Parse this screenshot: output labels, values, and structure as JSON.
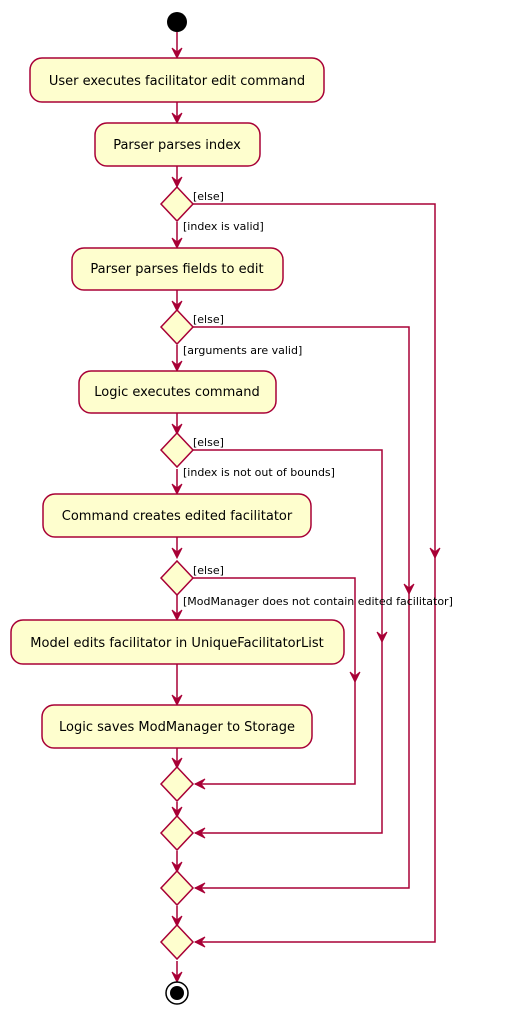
{
  "actions": [
    "User executes facilitator edit command",
    "Parser parses index",
    "Parser parses fields to edit",
    "Logic executes command",
    "Command creates edited facilitator",
    "Model edits facilitator in UniqueFacilitatorList",
    "Logic saves ModManager to Storage"
  ],
  "guards": {
    "else": "[else]",
    "index_valid": "[index is valid]",
    "arguments_valid": "[arguments are valid]",
    "index_in_bounds": "[index is not out of bounds]",
    "not_contains": "[ModManager does not contain edited facilitator]"
  },
  "colors": {
    "activity_fill": "#FEFECE",
    "border": "#A80036",
    "node": "#000000"
  }
}
